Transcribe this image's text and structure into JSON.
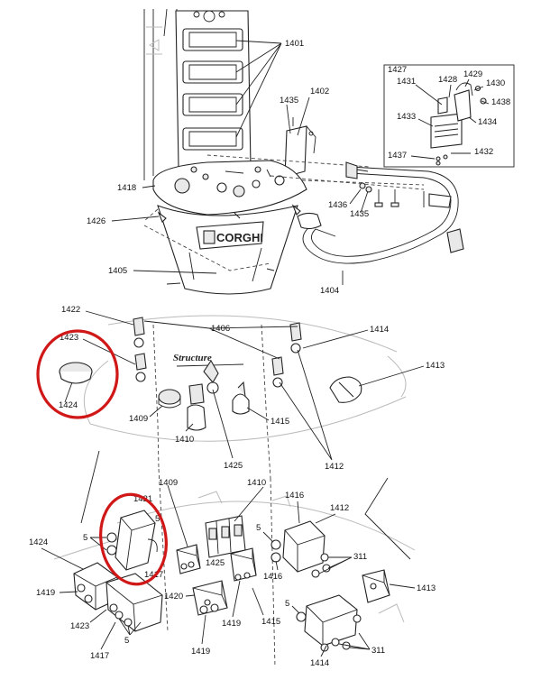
{
  "labels": {
    "l1401": "1401",
    "l1402": "1402",
    "l1435a": "1435",
    "l1427": "1427",
    "l1428": "1428",
    "l1429": "1429",
    "l1430": "1430",
    "l1431": "1431",
    "l1438": "1438",
    "l1433": "1433",
    "l1434": "1434",
    "l1437": "1437",
    "l1432": "1432",
    "l1418": "1418",
    "l1426": "1426",
    "l1436": "1436",
    "l1435b": "1435",
    "l1405": "1405",
    "l1404": "1404",
    "l1422": "1422",
    "l1406": "1406",
    "l1423a": "1423",
    "l1414a": "1414",
    "l1424a": "1424",
    "l1413a": "1413",
    "l1409a": "1409",
    "l1415a": "1415",
    "l1410a": "1410",
    "l1412a": "1412",
    "l1425a": "1425",
    "l1409b": "1409",
    "l1410b": "1410",
    "l1416a": "1416",
    "l1412b": "1412",
    "l1421": "1421",
    "l5a": "5",
    "l5b": "5",
    "l5c": "5",
    "l5d": "5",
    "l5e": "5",
    "l1424b": "1424",
    "l1425b": "1425",
    "l311a": "311",
    "l1417a": "1417",
    "l1416b": "1416",
    "l1419a": "1419",
    "l1420": "1420",
    "l1413b": "1413",
    "l1423b": "1423",
    "l1419b": "1419",
    "l1415b": "1415",
    "l1417b": "1417",
    "l1419c": "1419",
    "l1414b": "1414",
    "l311b": "311"
  },
  "brand_text": "CORGHI",
  "panel_logo": "Structure"
}
